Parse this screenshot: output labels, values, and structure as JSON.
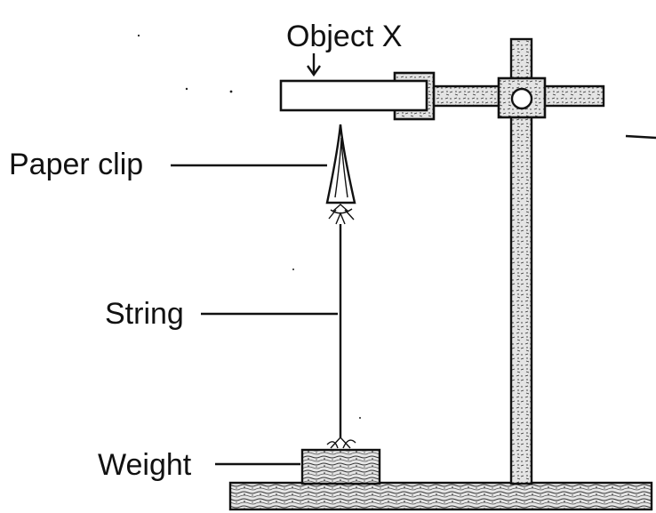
{
  "labels": {
    "object_x": "Object X",
    "paper_clip": "Paper clip",
    "string": "String",
    "weight": "Weight"
  },
  "colors": {
    "ink": "#111111",
    "background": "#ffffff",
    "texture": "#d9d9d9"
  }
}
